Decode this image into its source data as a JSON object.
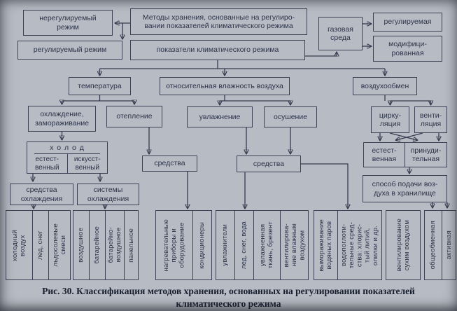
{
  "palette": {
    "background": "#b7bcc4",
    "ink": "#2c3349",
    "line": "#353b4e",
    "caption_ink": "#161d2e"
  },
  "nodes": {
    "methods": "Методы хранения, основанные на регулиро-\nвании показателей климатического режима",
    "unregulated": "нерегулируемый\nрежим",
    "regulated": "регулируемый режим",
    "indicators": "показатели климатического режима",
    "gas_env": "газовая\nсреда",
    "gas_regulated": "регулируемая",
    "gas_modified": "модифици-\nрованная",
    "temperature": "температура",
    "humidity": "относительная влажность воздуха",
    "air_exchange": "воздухообмен",
    "cooling": "охлаждение,\nзамораживание",
    "heating": "отепление",
    "humidification": "увлажнение",
    "drying": "осушение",
    "circulation": "цирку-\nляция",
    "ventilation": "венти-\nляция",
    "cold_header": "х о л о д",
    "cold_natural": "естест-\nвенный",
    "cold_artificial": "искусст-\nвенный",
    "means_heating": "средства",
    "means_moisture": "средства",
    "natural_vent": "естест-\nвенная",
    "forced_vent": "принуди-\nтельная",
    "cooling_means": "средства\nохлаждения",
    "cooling_systems": "системы\nохлаждения",
    "supply_method": "способ подачи воз-\nдуха в хранилище"
  },
  "bottom": {
    "cooling_means_items": [
      "холодный\nвоздух",
      "лед, снег",
      "льдосолевые\nсмеси"
    ],
    "cooling_systems_items": [
      "воздушное",
      "батарейное",
      "батарейно-\nвоздушное",
      "панельное"
    ],
    "heating_means_items": [
      "нагревательные\nприборы и\nоборудование",
      "кондиционеры"
    ],
    "moistening_means_items": [
      "увлажнители",
      "лед, снег, вода",
      "увлажненная\nткань, брезент",
      "вентилирова-\nние влажным\nвоздухом"
    ],
    "drying_means_items": [
      "вымораживание\nводяных паров",
      "водопоглоти-\nтельные сред-\nства: хлорис-\nтый литий,\nопилки и др."
    ],
    "dry_air_vent": "вентилирование\nсухим воздухом",
    "supply_items": [
      "общеобменная",
      "активная"
    ]
  },
  "caption": {
    "fig": "Рис. 30.",
    "text": " Классификация методов хранения, основанных на регулировании показателей\nклиматического режима"
  }
}
